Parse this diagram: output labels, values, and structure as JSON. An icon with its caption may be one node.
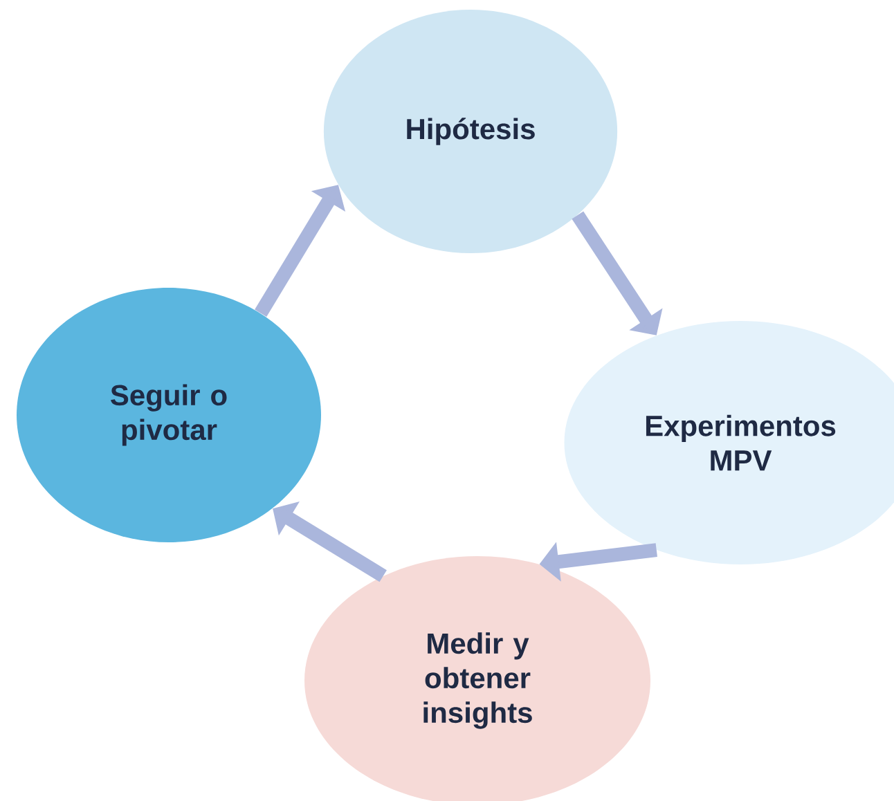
{
  "diagram": {
    "nodes": [
      {
        "text": [
          "Hipótesis"
        ]
      },
      {
        "text": [
          "Experimentos MPV"
        ]
      },
      {
        "text": [
          "Medir y obtener insights"
        ]
      },
      {
        "text": [
          "Seguir o pivotar"
        ]
      }
    ],
    "edges": [
      {
        "from": 0,
        "to": 1,
        "arrow": "to"
      },
      {
        "from": 1,
        "to": 2,
        "arrow": "to"
      },
      {
        "from": 2,
        "to": 3,
        "arrow": "to"
      },
      {
        "from": 3,
        "to": 0,
        "arrow": "to"
      }
    ]
  }
}
